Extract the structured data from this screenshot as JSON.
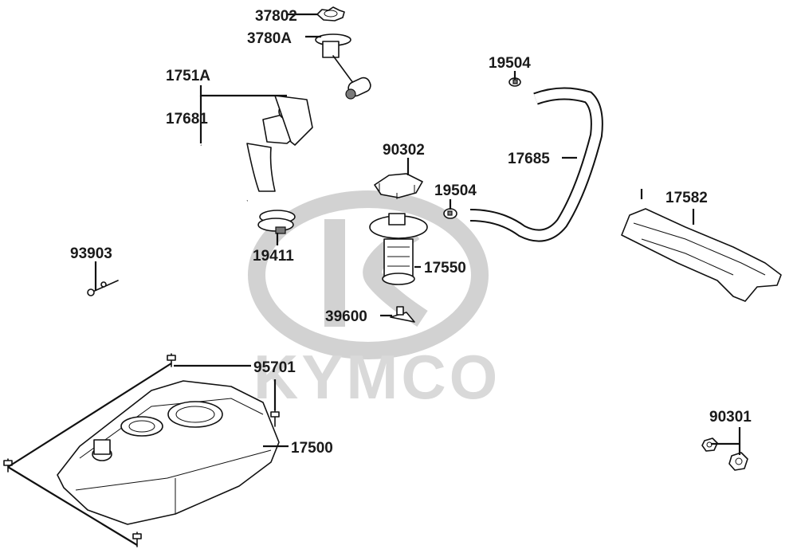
{
  "watermark": {
    "brand": "KYMCO"
  },
  "parts": {
    "p37802": "37802",
    "p3780A": "3780A",
    "p1751A": "1751A",
    "p17681": "17681",
    "p19504a": "19504",
    "p17685": "17685",
    "p90302": "90302",
    "p19504b": "19504",
    "p17582": "17582",
    "p93903": "93903",
    "p19411": "19411",
    "p17550": "17550",
    "p39600": "39600",
    "p95701": "95701",
    "p17500": "17500",
    "p90301": "90301"
  }
}
